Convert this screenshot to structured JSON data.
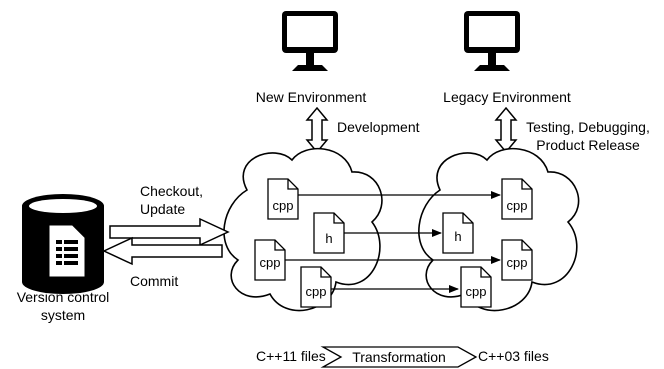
{
  "environments": {
    "new": "New Environment",
    "legacy": "Legacy Environment"
  },
  "arrows": {
    "development": "Development",
    "testing_line1": "Testing, Debugging,",
    "testing_line2": "Product Release",
    "checkout_line1": "Checkout,",
    "checkout_line2": "Update",
    "commit": "Commit"
  },
  "vcs": {
    "line1": "Version control",
    "line2": "system"
  },
  "files": {
    "cpp": "cpp",
    "h": "h"
  },
  "bottom": {
    "left": "C++11 files",
    "middle": "Transformation",
    "right": "C++03 files"
  },
  "icons": [
    "monitor-icon",
    "database-icon",
    "document-icon",
    "file-icon",
    "cloud-icon"
  ]
}
